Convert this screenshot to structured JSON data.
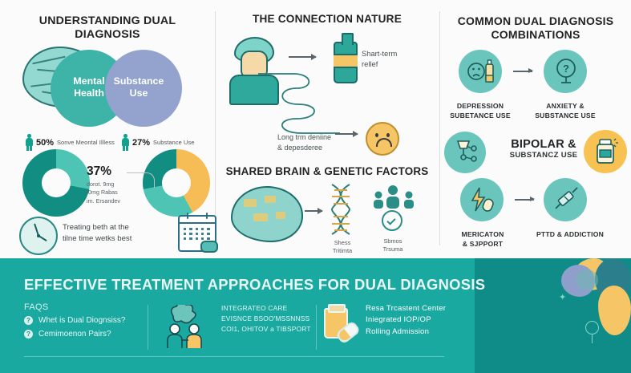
{
  "sections": {
    "understanding": {
      "title": "UNDERSTANDING DUAL DIAGNOSIS",
      "venn": {
        "left": "Mental\nHealth",
        "left_l1": "Mental",
        "left_l2": "Health",
        "right_l1": "Substance",
        "right_l2": "Use"
      },
      "stats": [
        {
          "value": "50%",
          "label": "Sonve Meontal Illless",
          "icon": "person-icon"
        },
        {
          "value": "27%",
          "label": "Substance Use",
          "icon": "person-icon"
        }
      ],
      "center_stat": {
        "value": "37%",
        "line1": "dorot. 9mg",
        "line2": "I0mg Rabas",
        "line3": "im. Ersandev"
      },
      "donuts": [
        {
          "name": "severe-mental-illness-donut",
          "segments": [
            {
              "pct": 72,
              "color": "#118d82"
            },
            {
              "pct": 28,
              "color": "#4ec5b4"
            }
          ]
        },
        {
          "name": "substance-use-donut",
          "segments": [
            {
              "pct": 42,
              "color": "#f6bc55"
            },
            {
              "pct": 30,
              "color": "#4ec5b4"
            },
            {
              "pct": 28,
              "color": "#118d82"
            }
          ]
        }
      ],
      "callout": {
        "line1": "Treating beth at the",
        "line2": "tilne time wetks best",
        "clock_icon": "clock-icon",
        "calendar_icon": "calendar-icon"
      }
    },
    "connection": {
      "title": "THE CONNECTION NATURE",
      "short_term": {
        "line1": "Shart-term",
        "line2": "rellef"
      },
      "long_term": {
        "line1": "Long trm deniine",
        "line2": "& depesderee"
      },
      "person_icon": "person-with-cloud-icon",
      "bottle_icon": "bottle-icon",
      "sad_face_icon": "sad-face-icon"
    },
    "shared_factors": {
      "title": "SHARED BRAIN & GENETIC FACTORS",
      "brain_icon": "brain-icon",
      "dna_icon": "dna-icon",
      "family_icon": "family-group-icon",
      "check_icon": "check-circle-icon",
      "captions": [
        {
          "line1": "Shess",
          "line2": "Tritimta"
        },
        {
          "line1": "Sbmos",
          "line2": "Trsuma"
        }
      ]
    },
    "combinations": {
      "title_l1": "COMMON DUAL DIAGNOSIS",
      "title_l2": "COMBINATIONS",
      "items": [
        {
          "name": "depression-substance-use",
          "l1": "DEPRESSION",
          "l2": "SUBETANCE USE",
          "icon": "sad-face-bottle-icon",
          "circle_color": "#6ac6bd"
        },
        {
          "name": "anxiety-substance-use",
          "l1": "ANXIETY &",
          "l2": "SUBSTANCE USE",
          "icon": "question-mark-mirror-icon",
          "circle_color": "#6ac6bd"
        },
        {
          "name": "medication-support",
          "l1": "MERICATON",
          "l2": "& SJPPORT",
          "icon": "lightning-bolt-icon",
          "circle_color": "#6ac6bd"
        },
        {
          "name": "ptsd-addiction",
          "l1": "PTTD & ADDICTION",
          "l2": "",
          "icon": "syringe-icon",
          "circle_color": "#6ac6bd"
        }
      ],
      "bipolar": {
        "l1": "BIPOLAR &",
        "l2": "SUBSTANCZ USE",
        "wine_icon": "wine-glass-network-icon",
        "jar_icon": "pill-jar-icon"
      }
    }
  },
  "banner": {
    "headline": "EFFECTIVE TREATMENT APPROACHES FOR DUAL DIAGNOSIS",
    "faq_heading": "FAQS",
    "faqs": [
      {
        "marker": "?",
        "text": "Whet is Dual Diognsiss?"
      },
      {
        "marker": "?",
        "text": "Cemimoenon Pairs?"
      }
    ],
    "integrated": {
      "l1": "INTEGRATEO CARE",
      "l2": "EVISNCE BSOO'MSSNNSS",
      "l3": "COI1, OHITOV a TIBSPORT",
      "icon": "two-people-talking-icon"
    },
    "center": {
      "l1": "Resa Trcastent Center",
      "l2": "Iniegrated IOP/OP",
      "l3": "Rolling Admission",
      "icon": "pill-jar-icon"
    }
  },
  "colors": {
    "teal": "#16a8a0",
    "teal_dark": "#0f8c87",
    "teal_mid": "#3eb3a7",
    "teal_light": "#6ac6bd",
    "periwinkle": "#93a3ce",
    "amber": "#f6c566",
    "background": "#fbfbfb"
  }
}
